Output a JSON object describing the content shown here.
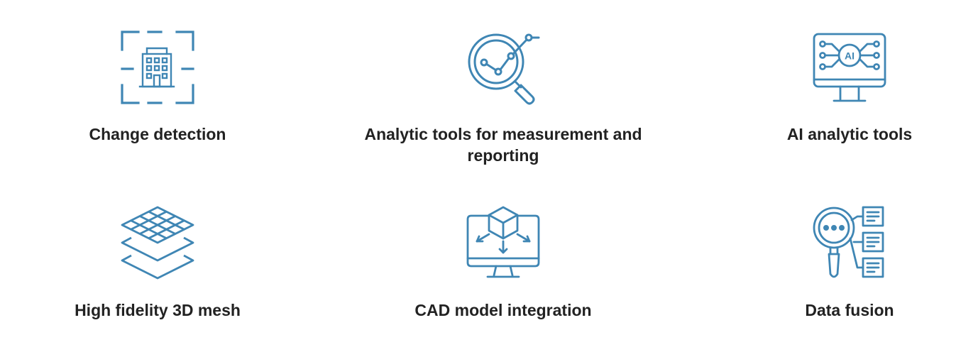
{
  "colors": {
    "icon_stroke": "#3f86b4",
    "label_text": "#222222",
    "background": "#ffffff"
  },
  "features": [
    {
      "label": "Change detection",
      "icon": "building-scan-icon"
    },
    {
      "label": "Analytic tools for measurement and reporting",
      "icon": "magnifier-chart-icon"
    },
    {
      "label": "AI analytic tools",
      "icon": "ai-monitor-icon"
    },
    {
      "label": "High fidelity 3D mesh",
      "icon": "layered-mesh-icon"
    },
    {
      "label": "CAD model integration",
      "icon": "cube-monitor-icon"
    },
    {
      "label": "Data fusion",
      "icon": "search-data-icon"
    }
  ]
}
